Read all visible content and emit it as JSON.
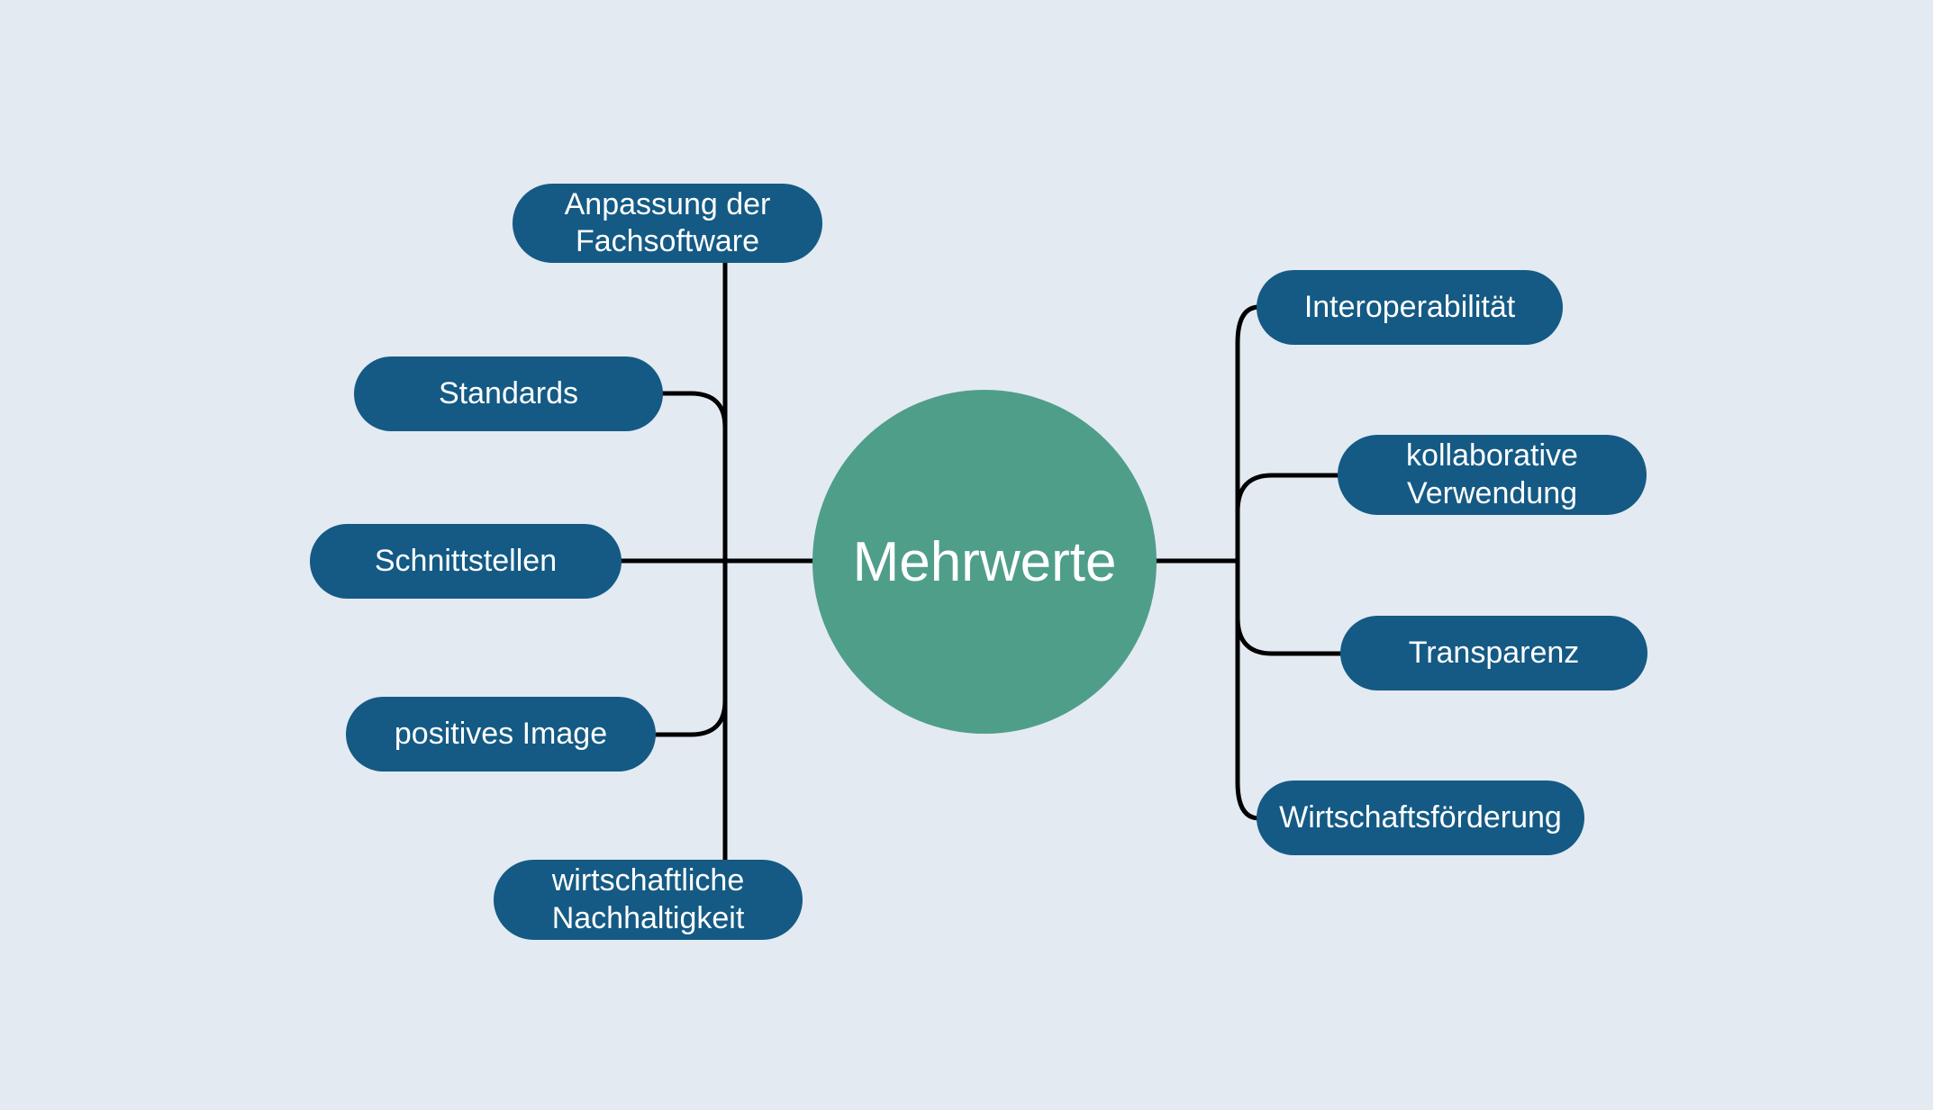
{
  "diagram": {
    "center": {
      "label": "Mehrwerte"
    },
    "left_nodes": [
      {
        "label": "Anpassung der Fachsoftware"
      },
      {
        "label": "Standards"
      },
      {
        "label": "Schnittstellen"
      },
      {
        "label": "positives Image"
      },
      {
        "label": "wirtschaftliche Nachhaltigkeit"
      }
    ],
    "right_nodes": [
      {
        "label": "Interoperabilität"
      },
      {
        "label": "kollaborative Verwendung"
      },
      {
        "label": "Transparenz"
      },
      {
        "label": "Wirtschaftsförderung"
      }
    ],
    "colors": {
      "background": "#e3eaf2",
      "node_fill": "#145a84",
      "center_fill": "#4f9e8a",
      "text": "#ffffff",
      "connector": "#000000"
    }
  }
}
